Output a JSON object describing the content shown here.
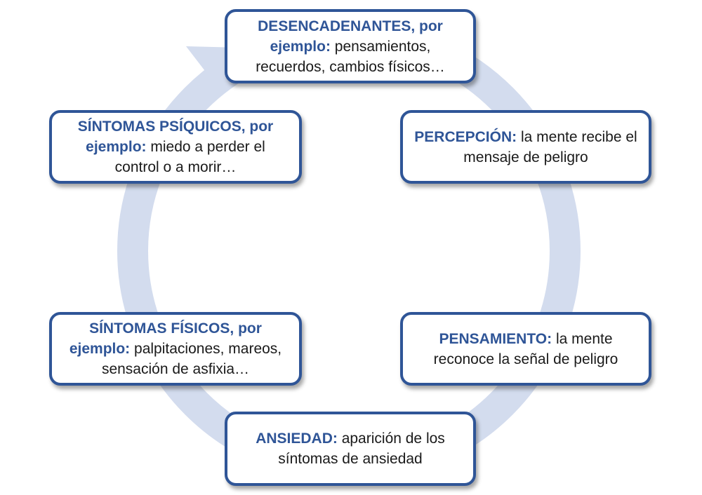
{
  "colors": {
    "accent": "#2f5597",
    "ring": "#d3dcee",
    "text": "#1a1a1a"
  },
  "nodes": {
    "triggers": {
      "key": "DESENCADENANTES, por ejemplo:",
      "text": "pensamientos, recuerdos, cambios físicos…"
    },
    "perception": {
      "key": "PERCEPCIÓN:",
      "text": "la mente recibe el mensaje de peligro"
    },
    "thinking": {
      "key": "PENSAMIENTO:",
      "text": "la mente reconoce la señal de peligro"
    },
    "anxiety": {
      "key": "ANSIEDAD:",
      "text": "aparición de los síntomas de ansiedad"
    },
    "physical": {
      "key": "SÍNTOMAS FÍSICOS, por ejemplo:",
      "text": "palpitaciones, mareos, sensación de asfixia…"
    },
    "psychic": {
      "key": "SÍNTOMAS PSÍQUICOS, por ejemplo:",
      "text": "miedo a perder el control o a morir…"
    }
  }
}
